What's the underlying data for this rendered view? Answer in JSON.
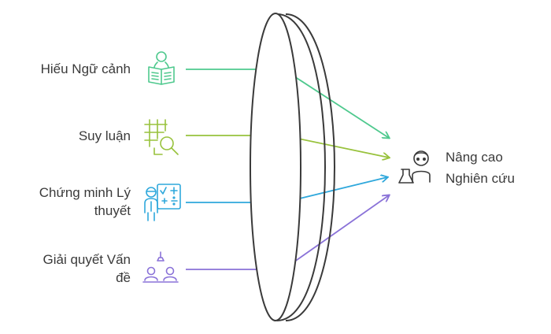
{
  "inputs": [
    {
      "label": "Hiếu Ngữ cảnh",
      "icon": "reading-book-icon",
      "color": "#4fc98e"
    },
    {
      "label": "Suy luận",
      "icon": "puzzle-search-icon",
      "color": "#98c23c"
    },
    {
      "label_lines": [
        "Chứng minh Lý",
        "thuyết"
      ],
      "icon": "math-teacher-icon",
      "color": "#2fa8dc"
    },
    {
      "label_lines": [
        "Giải quyết Vấn",
        "đề"
      ],
      "icon": "team-collaboration-icon",
      "color": "#8a72d8"
    }
  ],
  "output": {
    "label_lines": [
      "Nâng cao",
      "Nghiên cứu"
    ],
    "icon": "scientist-icon",
    "color": "#3a3a3a"
  },
  "lens_color": "#3a3a3a"
}
